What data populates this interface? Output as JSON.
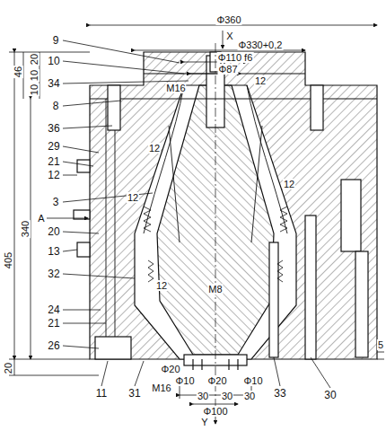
{
  "diagram": {
    "labels": [
      "Φ360",
      "X",
      "Φ330+0,2",
      "Φ110 f6",
      "Φ87",
      "12",
      "M16",
      "9",
      "10",
      "34",
      "8",
      "36",
      "29",
      "21",
      "12",
      "3",
      "A",
      "20",
      "13",
      "32",
      "24",
      "21",
      "26",
      "11",
      "31",
      "33",
      "30",
      "405",
      "340",
      "46",
      "20",
      "10",
      "10",
      "20",
      "5",
      "12",
      "12",
      "12",
      "12",
      "M8",
      "M16",
      "Φ10",
      "Φ20",
      "Φ20",
      "Φ10",
      "30",
      "30",
      "30",
      "Φ100",
      "Y"
    ]
  }
}
